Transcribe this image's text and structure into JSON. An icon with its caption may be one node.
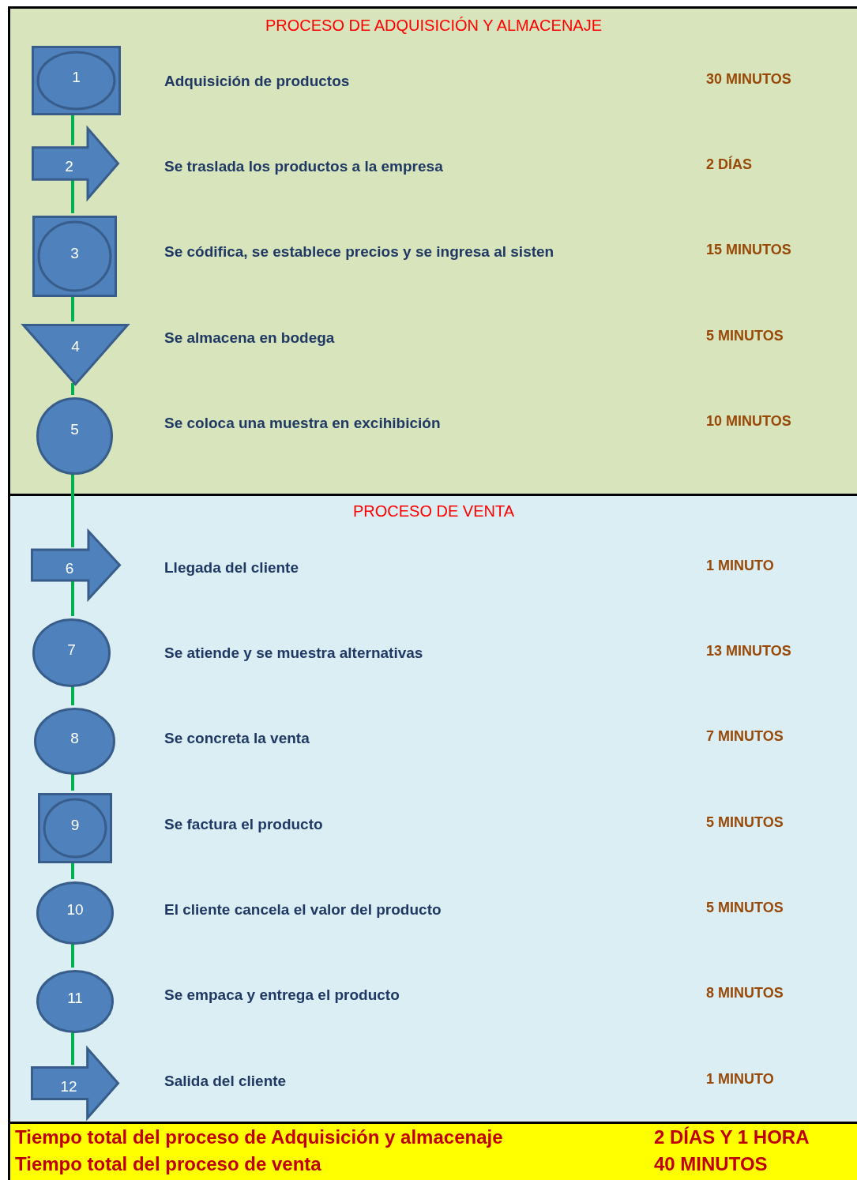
{
  "diagram": {
    "nodes": [
      {
        "text": [
          "PROCESO DE ADQUISICIÓN Y ALMACENAJE"
        ]
      },
      {
        "text": [
          "1"
        ],
        "in": 0,
        "beside": [
          "Adquisición de productos"
        ]
      },
      {
        "text": [
          "2"
        ],
        "in": 0,
        "beside": [
          "Se traslada los productos a la empresa"
        ]
      },
      {
        "text": [
          "3"
        ],
        "in": 0,
        "beside": [
          "Se códifica, se establece precios y se ingresa al sisten"
        ]
      },
      {
        "text": [
          "4"
        ],
        "in": 0,
        "beside": [
          "Se almacena en bodega"
        ]
      },
      {
        "text": [
          "5"
        ],
        "in": 0,
        "beside": [
          "Se coloca una muestra en excihibición"
        ]
      },
      {
        "text": [
          "PROCESO DE VENTA"
        ]
      },
      {
        "text": [
          "6"
        ],
        "in": 6,
        "beside": [
          "Llegada del cliente"
        ]
      },
      {
        "text": [
          "7"
        ],
        "in": 6,
        "beside": [
          "Se atiende y se muestra alternativas"
        ]
      },
      {
        "text": [
          "8"
        ],
        "in": 6,
        "beside": [
          "Se concreta la venta"
        ]
      },
      {
        "text": [
          "9"
        ],
        "in": 6,
        "beside": [
          "Se factura el producto"
        ]
      },
      {
        "text": [
          "10"
        ],
        "in": 6,
        "beside": [
          "El cliente cancela el valor del producto"
        ]
      },
      {
        "text": [
          "11"
        ],
        "in": 6,
        "beside": [
          "Se empaca y entrega el producto"
        ]
      },
      {
        "text": [
          "12"
        ],
        "in": 6,
        "beside": [
          "Salida del cliente"
        ]
      }
    ],
    "edges": [
      {
        "from": 1,
        "to": 2,
        "arrow": "none"
      },
      {
        "from": 2,
        "to": 3,
        "arrow": "none"
      },
      {
        "from": 3,
        "to": 4,
        "arrow": "none"
      },
      {
        "from": 4,
        "to": 5,
        "arrow": "none"
      },
      {
        "from": 5,
        "to": 7,
        "arrow": "none"
      },
      {
        "from": 7,
        "to": 8,
        "arrow": "none"
      },
      {
        "from": 8,
        "to": 9,
        "arrow": "none"
      },
      {
        "from": 9,
        "to": 10,
        "arrow": "none"
      },
      {
        "from": 10,
        "to": 11,
        "arrow": "none"
      },
      {
        "from": 11,
        "to": 12,
        "arrow": "none"
      },
      {
        "from": 12,
        "to": 13,
        "arrow": "none"
      }
    ],
    "labels": [
      "30 MINUTOS",
      "2 DÍAS",
      "15 MINUTOS",
      "5 MINUTOS",
      "10 MINUTOS",
      "1 MINUTO",
      "13 MINUTOS",
      "7 MINUTOS",
      "5 MINUTOS",
      "5 MINUTOS",
      "8 MINUTOS",
      "1 MINUTO",
      "Tiempo total del proceso de Adquisición y almacenaje",
      "2 DÍAS Y 1 HORA",
      "Tiempo total del proceso de venta",
      "40 MINUTOS"
    ]
  }
}
